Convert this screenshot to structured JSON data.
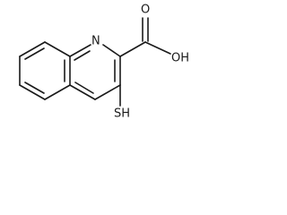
{
  "structure": {
    "atoms": {
      "nitrogen": "N",
      "carbonyl_oxygen": "O",
      "hydroxyl": "OH",
      "thiol": "SH"
    }
  }
}
